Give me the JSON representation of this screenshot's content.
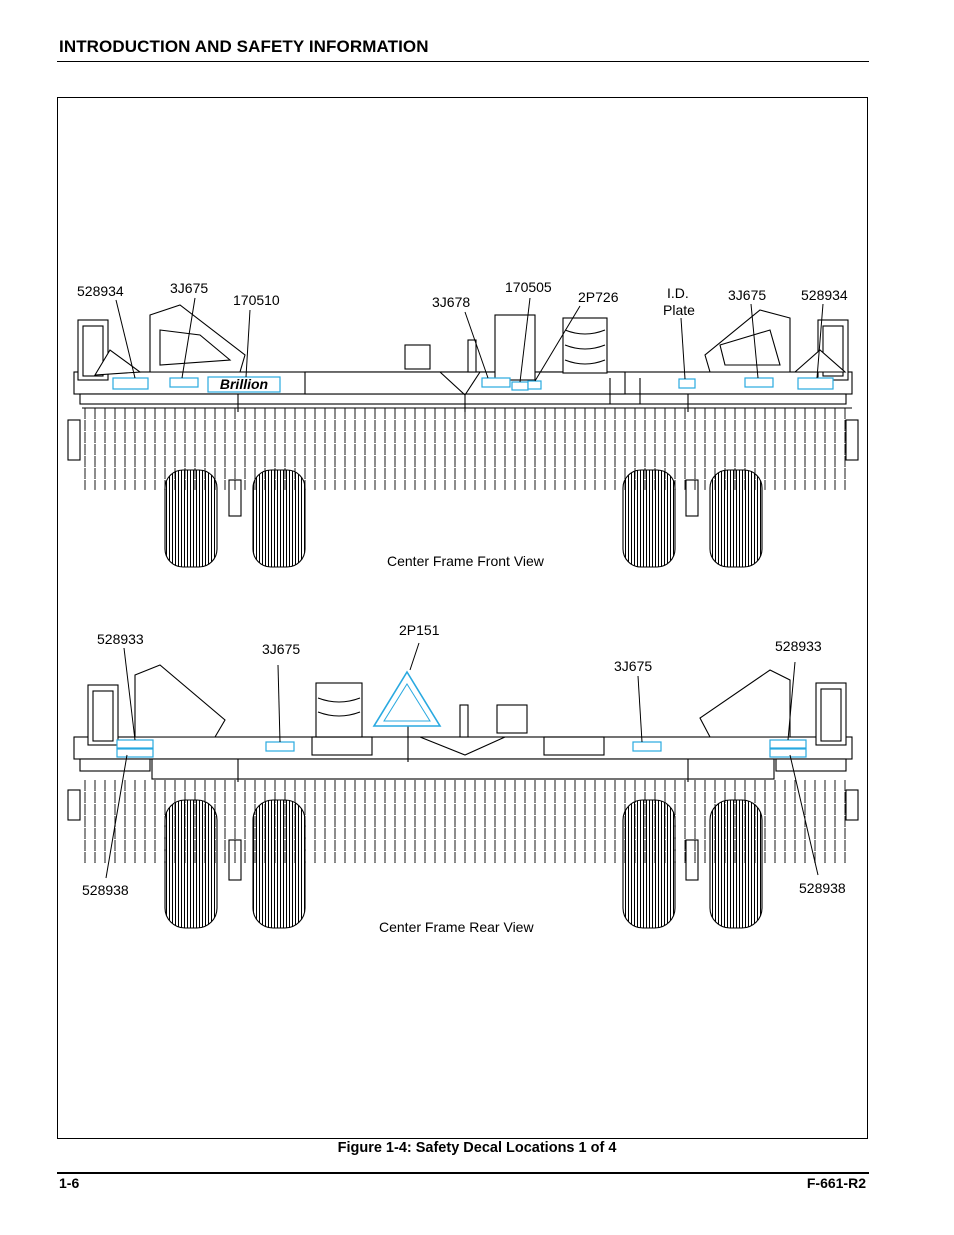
{
  "header": {
    "title": "INTRODUCTION AND SAFETY INFORMATION"
  },
  "figure": {
    "caption": "Figure 1-4:  Safety Decal Locations 1 of 4",
    "front_view": {
      "title": "Center Frame Front View",
      "labels": [
        "528934",
        "3J675",
        "170510",
        "3J678",
        "170505",
        "2P726",
        "I.D.",
        "Plate",
        "3J675",
        "528934"
      ]
    },
    "rear_view": {
      "title": "Center Frame Rear View",
      "labels": [
        "528933",
        "3J675",
        "2P151",
        "3J675",
        "528933",
        "528938",
        "528938"
      ]
    }
  },
  "footer": {
    "page_number": "1-6",
    "document_id": "F-661-R2"
  },
  "colors": {
    "decal": "#29a9e0",
    "line": "#000000"
  }
}
